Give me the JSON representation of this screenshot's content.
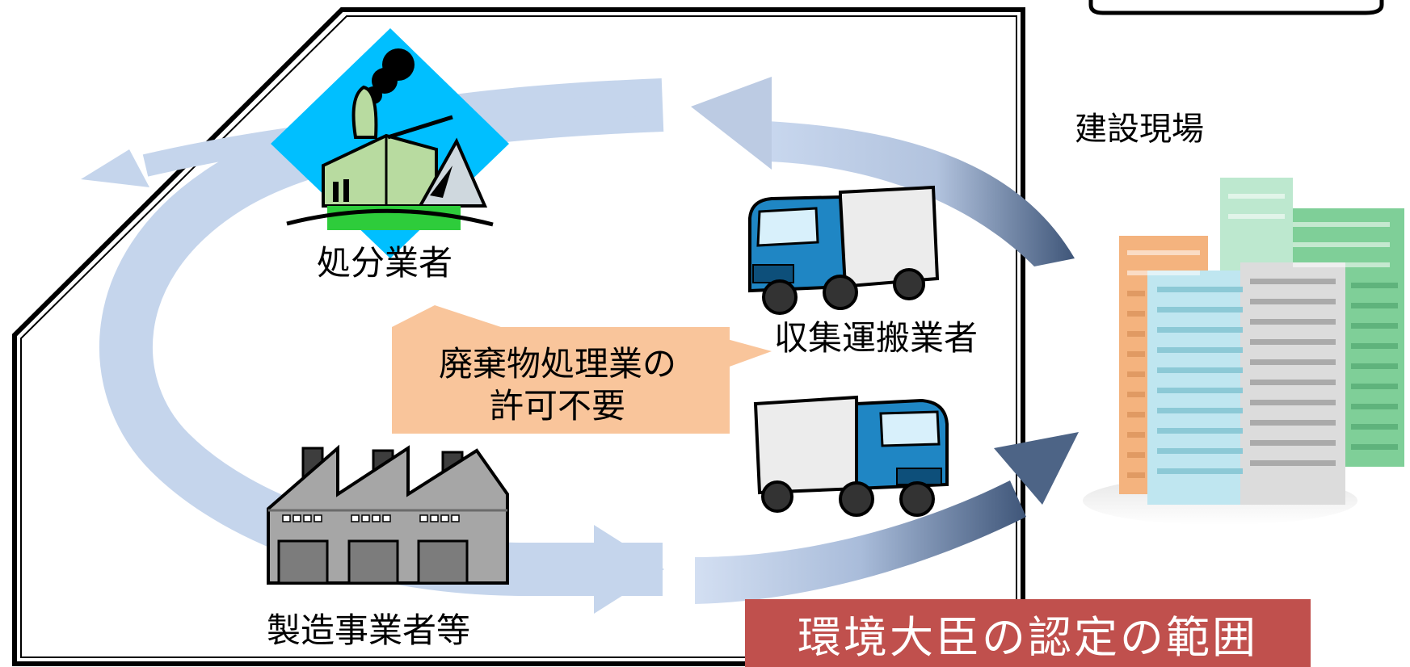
{
  "labels": {
    "construction_site": "建設現場",
    "disposal_company": "処分業者",
    "collector": "収集運搬業者",
    "manufacturer": "製造事業者等"
  },
  "callout": {
    "line1": "廃棄物処理業の",
    "line2": "許可不要"
  },
  "scope_banner": "環境大臣の認定の範囲",
  "colors": {
    "flow_arrow": "#c5d5ec",
    "dark_arrow": "#4d6486",
    "callout_bg": "#f9c59b",
    "banner_bg": "#c0504d",
    "disposal_diamond": "#00bfff",
    "truck_body": "#1f86c4"
  },
  "icons": [
    "factory-smoke-icon",
    "factory-sawtooth-icon",
    "truck-icon",
    "buildings-icon"
  ]
}
